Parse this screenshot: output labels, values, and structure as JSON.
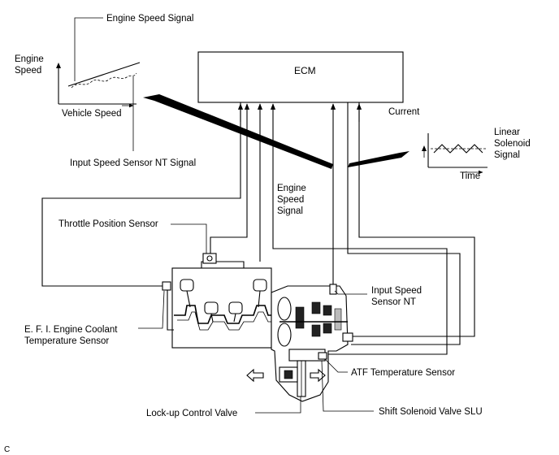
{
  "labels": {
    "engine_speed_signal_top": "Engine Speed Signal",
    "engine_axis_1": "Engine",
    "engine_axis_2": "Speed",
    "vehicle_speed": "Vehicle Speed",
    "input_speed_sensor_nt_signal": "Input Speed Sensor NT Signal",
    "ecm": "ECM",
    "current": "Current",
    "linear_1": "Linear",
    "linear_2": "Solenoid",
    "linear_3": "Signal",
    "time": "Time",
    "engine_speed_signal_1": "Engine",
    "engine_speed_signal_2": "Speed",
    "engine_speed_signal_3": "Signal",
    "throttle_position_sensor": "Throttle Position Sensor",
    "input_speed_sensor_nt_1": "Input Speed",
    "input_speed_sensor_nt_2": "Sensor NT",
    "efi_coolant_1": "E. F. I. Engine Coolant",
    "efi_coolant_2": "Temperature Sensor",
    "atf_temperature_sensor": "ATF Temperature Sensor",
    "lockup_control_valve": "Lock-up Control Valve",
    "shift_solenoid_valve_slu": "Shift Solenoid Valve SLU",
    "figure_code": "C"
  }
}
